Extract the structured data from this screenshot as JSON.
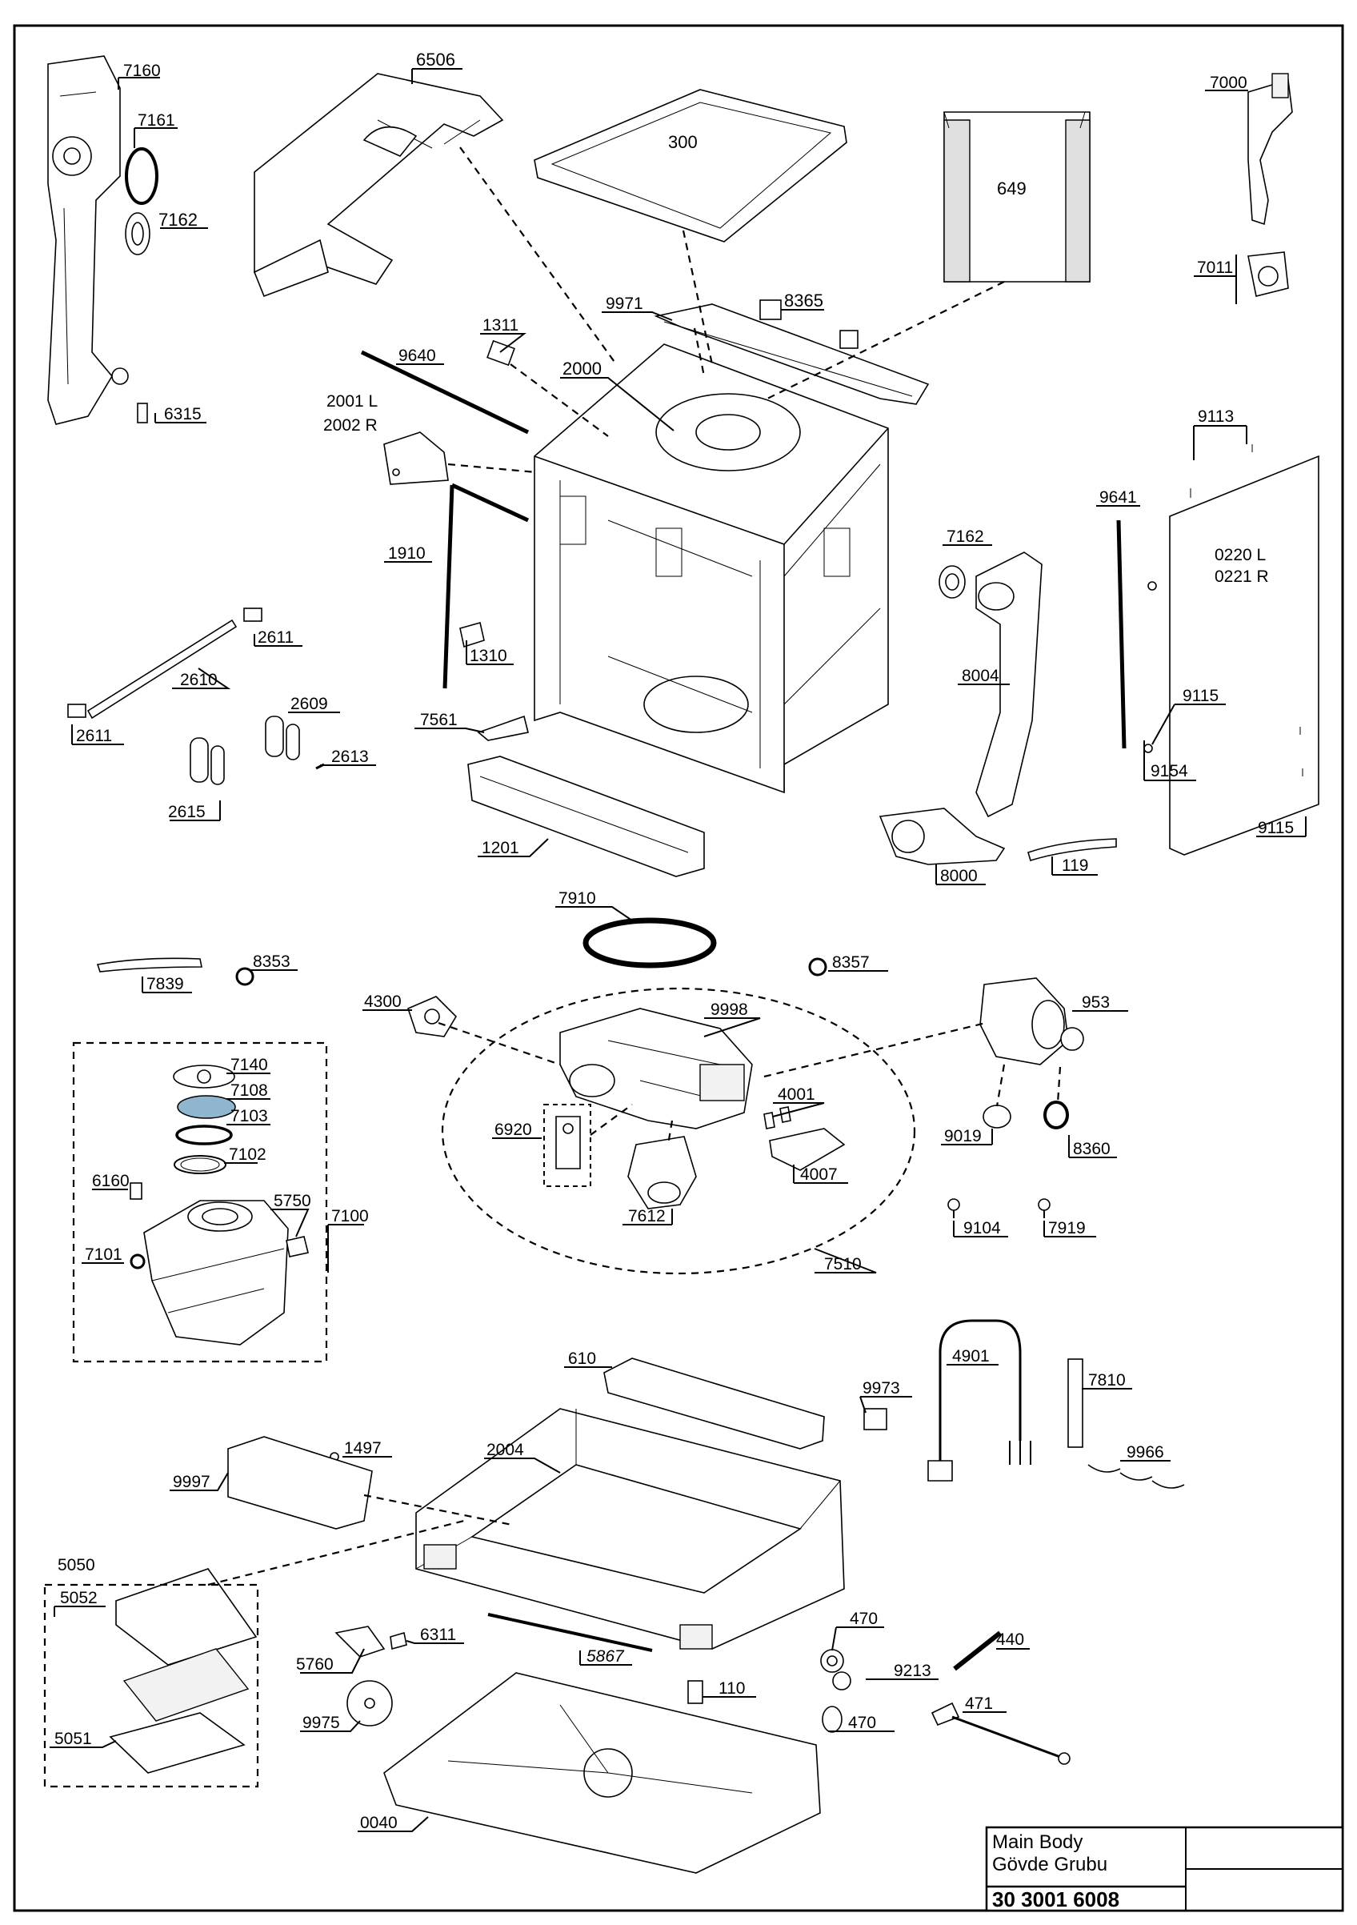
{
  "labels": [
    {
      "id": "l7160",
      "text": "7160"
    },
    {
      "id": "l7161",
      "text": "7161"
    },
    {
      "id": "l7162a",
      "text": "7162"
    },
    {
      "id": "l6315",
      "text": "6315"
    },
    {
      "id": "l6506",
      "text": "6506"
    },
    {
      "id": "l300",
      "text": "300"
    },
    {
      "id": "l649",
      "text": "649"
    },
    {
      "id": "l7000",
      "text": "7000"
    },
    {
      "id": "l7011",
      "text": "7011"
    },
    {
      "id": "l9971",
      "text": "9971"
    },
    {
      "id": "l8365",
      "text": "8365"
    },
    {
      "id": "l1311",
      "text": "1311"
    },
    {
      "id": "l9640",
      "text": "9640"
    },
    {
      "id": "l2000",
      "text": "2000"
    },
    {
      "id": "l2001",
      "text": "2001 L"
    },
    {
      "id": "l2002",
      "text": "2002 R"
    },
    {
      "id": "l9113",
      "text": "9113"
    },
    {
      "id": "l9641",
      "text": "9641"
    },
    {
      "id": "l0220",
      "text": "0220 L"
    },
    {
      "id": "l0221",
      "text": "0221 R"
    },
    {
      "id": "l1910",
      "text": "1910"
    },
    {
      "id": "l7162b",
      "text": "7162"
    },
    {
      "id": "l2611a",
      "text": "2611"
    },
    {
      "id": "l2610",
      "text": "2610"
    },
    {
      "id": "l1310",
      "text": "1310"
    },
    {
      "id": "l8004",
      "text": "8004"
    },
    {
      "id": "l2611b",
      "text": "2611"
    },
    {
      "id": "l2609",
      "text": "2609"
    },
    {
      "id": "l2613",
      "text": "2613"
    },
    {
      "id": "l7561",
      "text": "7561"
    },
    {
      "id": "l9115a",
      "text": "9115"
    },
    {
      "id": "l9154",
      "text": "9154"
    },
    {
      "id": "l2615",
      "text": "2615"
    },
    {
      "id": "l9115b",
      "text": "9115"
    },
    {
      "id": "l1201",
      "text": "1201"
    },
    {
      "id": "l8000",
      "text": "8000"
    },
    {
      "id": "l119",
      "text": "119"
    },
    {
      "id": "l7910",
      "text": "7910"
    },
    {
      "id": "l8353",
      "text": "8353"
    },
    {
      "id": "l7839",
      "text": "7839"
    },
    {
      "id": "l8357",
      "text": "8357"
    },
    {
      "id": "l4300",
      "text": "4300"
    },
    {
      "id": "l9998",
      "text": "9998"
    },
    {
      "id": "l953",
      "text": "953"
    },
    {
      "id": "l7140",
      "text": "7140"
    },
    {
      "id": "l7108",
      "text": "7108"
    },
    {
      "id": "l7103",
      "text": "7103"
    },
    {
      "id": "l4001",
      "text": "4001"
    },
    {
      "id": "l6920",
      "text": "6920"
    },
    {
      "id": "l9019",
      "text": "9019"
    },
    {
      "id": "l8360",
      "text": "8360"
    },
    {
      "id": "l7102",
      "text": "7102"
    },
    {
      "id": "l4007",
      "text": "4007"
    },
    {
      "id": "l6160",
      "text": "6160"
    },
    {
      "id": "l5750",
      "text": "5750"
    },
    {
      "id": "l7100",
      "text": "7100"
    },
    {
      "id": "l7612",
      "text": "7612"
    },
    {
      "id": "l9104",
      "text": "9104"
    },
    {
      "id": "l7919",
      "text": "7919"
    },
    {
      "id": "l7101",
      "text": "7101"
    },
    {
      "id": "l7510",
      "text": "7510"
    },
    {
      "id": "l610",
      "text": "610"
    },
    {
      "id": "l4901",
      "text": "4901"
    },
    {
      "id": "l7810",
      "text": "7810"
    },
    {
      "id": "l9973",
      "text": "9973"
    },
    {
      "id": "l1497",
      "text": "1497"
    },
    {
      "id": "l2004",
      "text": "2004"
    },
    {
      "id": "l9966",
      "text": "9966"
    },
    {
      "id": "l9997",
      "text": "9997"
    },
    {
      "id": "l5050",
      "text": "5050"
    },
    {
      "id": "l5052",
      "text": "5052"
    },
    {
      "id": "l470a",
      "text": "470"
    },
    {
      "id": "l6311",
      "text": "6311"
    },
    {
      "id": "l440",
      "text": "440"
    },
    {
      "id": "l5760",
      "text": "5760"
    },
    {
      "id": "l5867",
      "text": "5867"
    },
    {
      "id": "l9213",
      "text": "9213"
    },
    {
      "id": "l110",
      "text": "110"
    },
    {
      "id": "l471",
      "text": "471"
    },
    {
      "id": "l5051",
      "text": "5051"
    },
    {
      "id": "l9975",
      "text": "9975"
    },
    {
      "id": "l470b",
      "text": "470"
    },
    {
      "id": "l0040",
      "text": "0040"
    }
  ],
  "title_block": {
    "name_en": "Main Body",
    "name_tr": "Gövde Grubu",
    "code": "30 3001 6008"
  }
}
